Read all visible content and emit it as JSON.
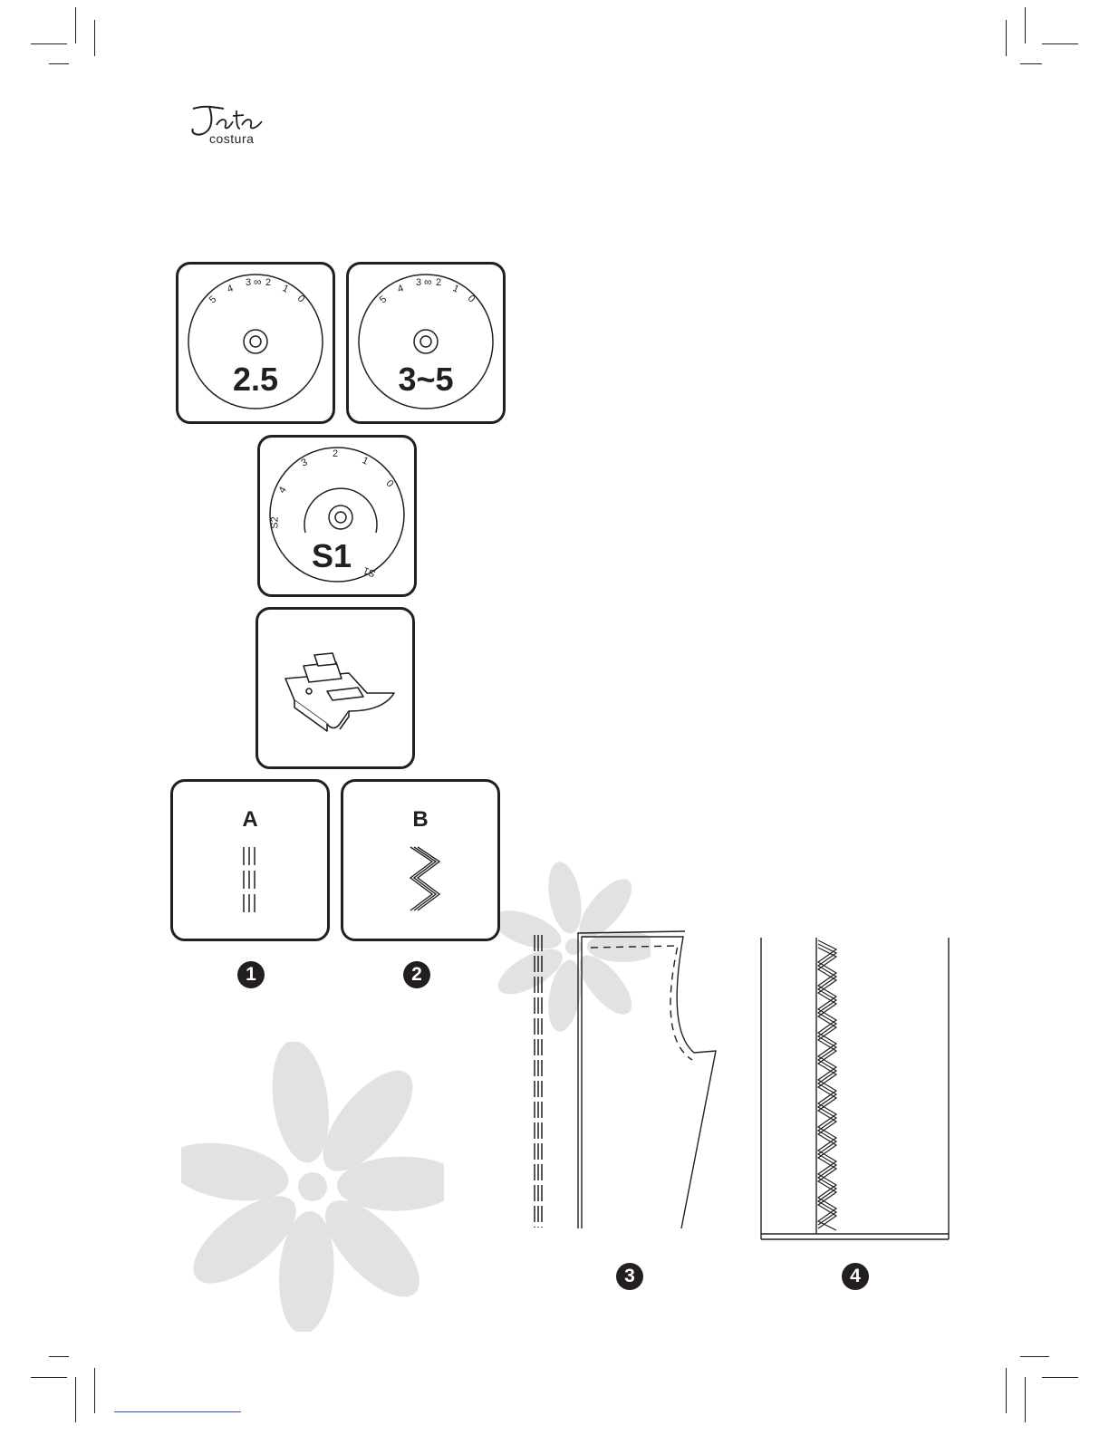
{
  "brand": {
    "logo_text": "Jata",
    "logo_sub": "costura"
  },
  "dials": {
    "width_dial": {
      "scale": [
        "5",
        "4",
        "3",
        "2",
        "1",
        "0"
      ],
      "value": "2.5"
    },
    "length_dial": {
      "scale": [
        "5",
        "4",
        "3",
        "2",
        "1",
        "0"
      ],
      "value": "3~5"
    },
    "stretch_dial": {
      "scale": [
        "4",
        "3",
        "2",
        "1",
        "0",
        "S2",
        "S1"
      ],
      "value": "S1"
    }
  },
  "stitch_options": {
    "a_label": "A",
    "b_label": "B"
  },
  "steps": {
    "s1": "1",
    "s2": "2",
    "s3": "3",
    "s4": "4"
  },
  "colors": {
    "ink": "#231f20",
    "watermark": "#e2e2e2",
    "link_rule": "#2a4fd8"
  }
}
